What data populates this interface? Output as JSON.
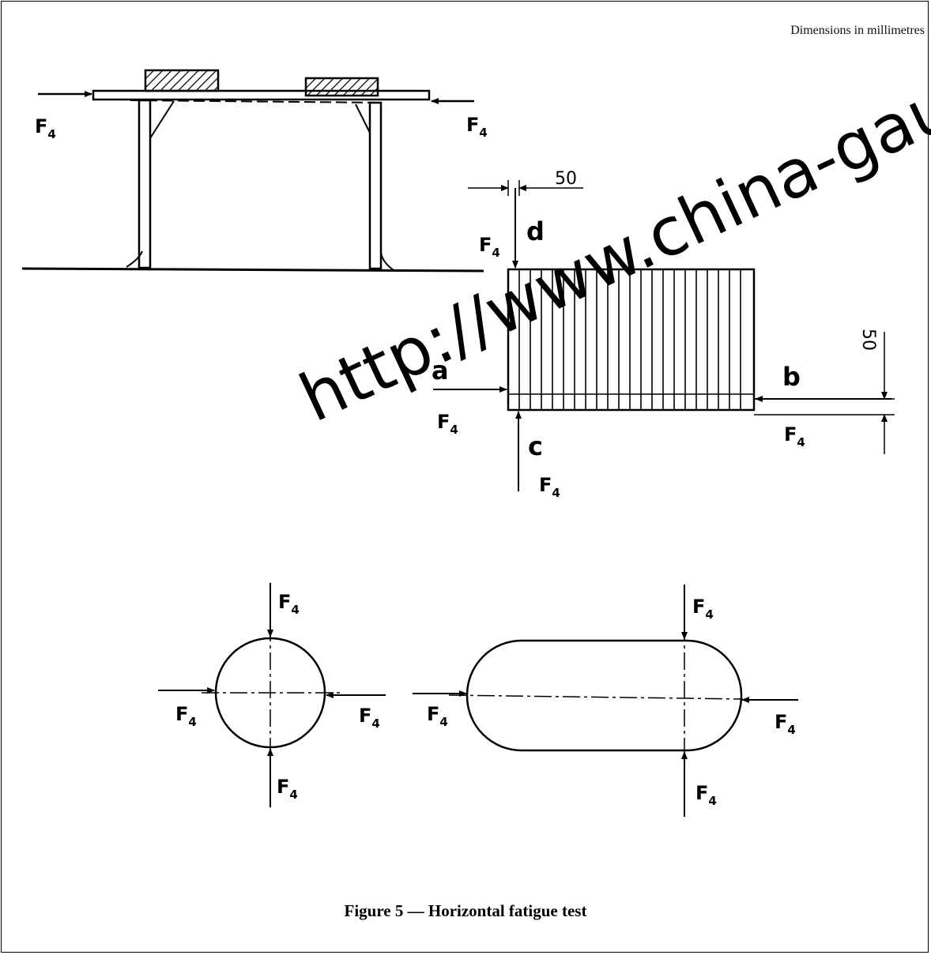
{
  "header": {
    "units_note": "Dimensions in millimetres"
  },
  "caption": "Figure 5 — Horizontal fatigue test",
  "labels": {
    "force": "F",
    "force_sub": "4",
    "point_a": "a",
    "point_b": "b",
    "point_c": "c",
    "point_d": "d",
    "dim_top": "50",
    "dim_side": "50"
  },
  "watermark": "http://www.china-gauges.c"
}
